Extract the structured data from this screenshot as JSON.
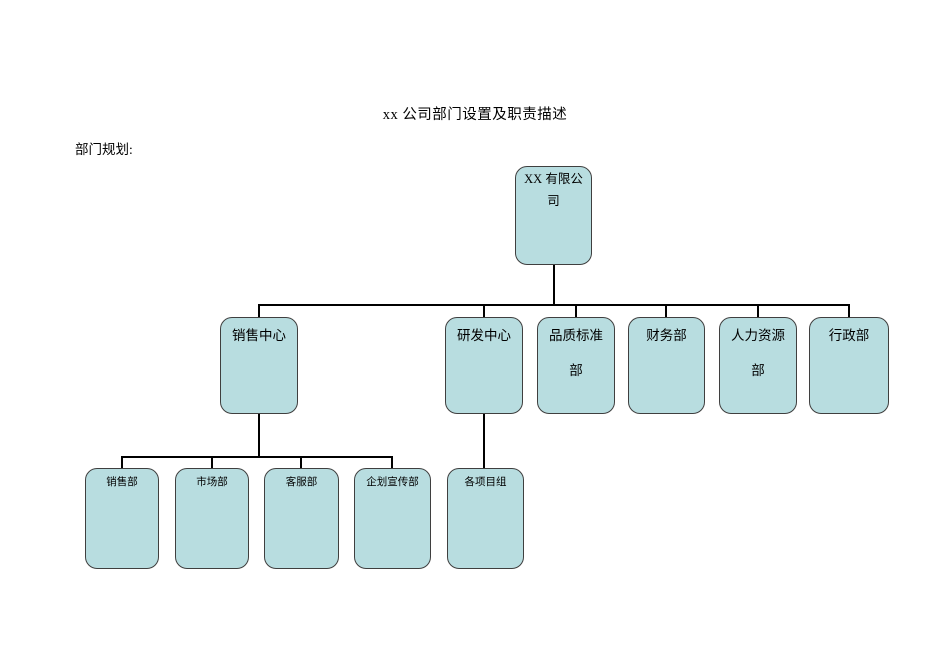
{
  "document": {
    "title": "xx 公司部门设置及职责描述",
    "section_label": "部门规划:"
  },
  "org": {
    "root": {
      "label": "XX 有限公司"
    },
    "departments": [
      {
        "label": "销售中心",
        "children": [
          "销售部",
          "市场部",
          "客服部",
          "企划宣传部"
        ]
      },
      {
        "label": "研发中心",
        "children": [
          "各项目组"
        ]
      },
      {
        "label": "品质标准部",
        "children": []
      },
      {
        "label": "财务部",
        "children": []
      },
      {
        "label": "人力资源部",
        "children": []
      },
      {
        "label": "行政部",
        "children": []
      }
    ]
  },
  "colors": {
    "page_bg": "#ffffff",
    "node_fill": "#b8dde0",
    "node_border": "#3f3f3f",
    "connector": "#000000",
    "text": "#000000"
  }
}
